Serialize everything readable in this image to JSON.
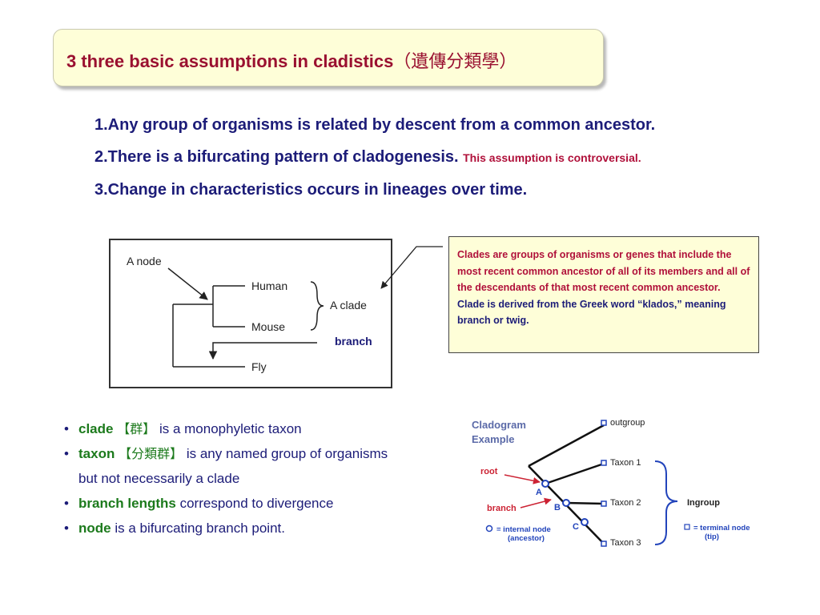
{
  "title": {
    "text": "3 three basic assumptions in cladistics",
    "cjk": "（遺傳分類學）"
  },
  "assumptions": {
    "a1": "1.Any group of organisms is related by descent from a common ancestor.",
    "a2": "2.There is a bifurcating pattern of cladogenesis.",
    "a2_note": "This assumption is controversial.",
    "a3": "3.Change in characteristics occurs in lineages over time."
  },
  "tree": {
    "node_label": "A node",
    "taxa": [
      "Human",
      "Mouse",
      "Fly"
    ],
    "clade_label": "A clade",
    "branch_label": "branch"
  },
  "definition": {
    "line1": "Clades are groups of organisms or genes that include the most recent common ancestor of all of its members and all of the descendants of that most recent common ancestor.",
    "line2": "Clade is derived from the Greek word “klados,” meaning branch or twig."
  },
  "bullets": [
    {
      "term": "clade",
      "cjk": "【群】",
      "text": "is a monophyletic taxon"
    },
    {
      "term": "taxon",
      "cjk": "【分類群】",
      "text": "is any named group of organisms",
      "cont": "but not necessarily a clade"
    },
    {
      "term": "branch lengths",
      "text": "correspond to divergence"
    },
    {
      "term": "node",
      "text": "is a bifurcating branch point."
    }
  ],
  "cladogram": {
    "title1": "Cladogram",
    "title2": "Example",
    "outgroup": "outgroup",
    "taxa": [
      "Taxon 1",
      "Taxon 2",
      "Taxon 3"
    ],
    "ingroup": "Ingroup",
    "root": "root",
    "branch": "branch",
    "nodes": [
      "A",
      "B",
      "C"
    ],
    "internal_node_label": "= internal node",
    "internal_node_sub": "(ancestor)",
    "terminal_node_label": "= terminal node",
    "terminal_node_sub": "(tip)",
    "colors": {
      "title": "#5b6aa8",
      "accent": "#cc2233",
      "node": "#2244bb"
    }
  }
}
